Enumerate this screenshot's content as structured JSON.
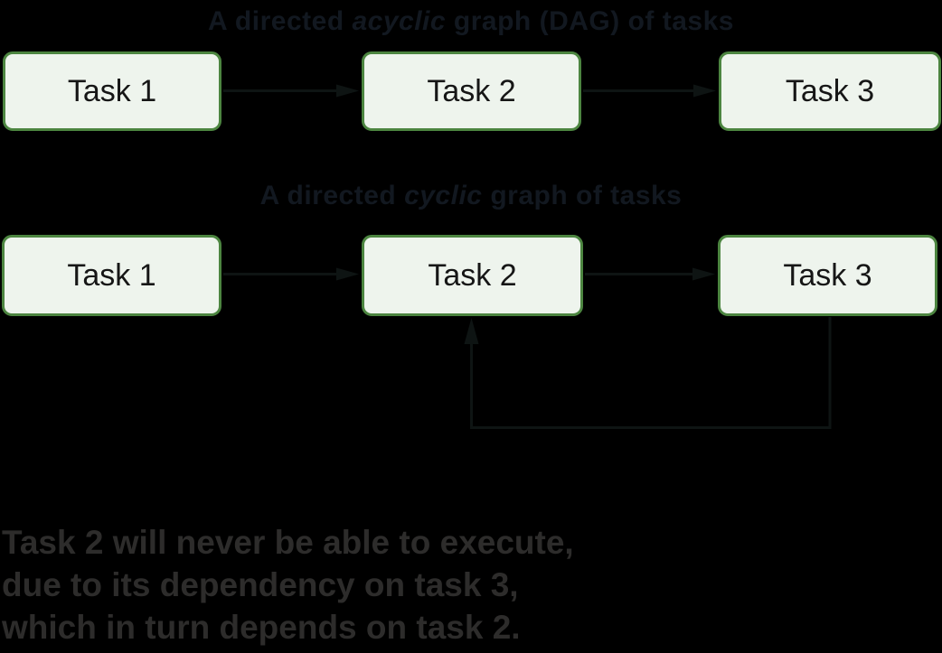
{
  "diagram": {
    "dag": {
      "title_prefix": "A directed ",
      "title_italic": "acyclic",
      "title_suffix": " graph (DAG) of tasks",
      "tasks": [
        "Task 1",
        "Task 2",
        "Task 3"
      ]
    },
    "cyclic": {
      "title_prefix": "A directed ",
      "title_italic": "cyclic",
      "title_suffix": " graph of tasks",
      "tasks": [
        "Task 1",
        "Task 2",
        "Task 3"
      ]
    },
    "caption_lines": [
      "Task 2 will never be able to execute,",
      "due to its dependency on task 3,",
      "which in turn depends on task 2."
    ],
    "colors": {
      "background": "#000000",
      "box_fill": "#eef4ed",
      "box_border": "#4c8540",
      "box_text": "#161616",
      "title_text": "#121820",
      "arrow": "#0e1413",
      "caption_text": "#2d2c2b"
    }
  }
}
